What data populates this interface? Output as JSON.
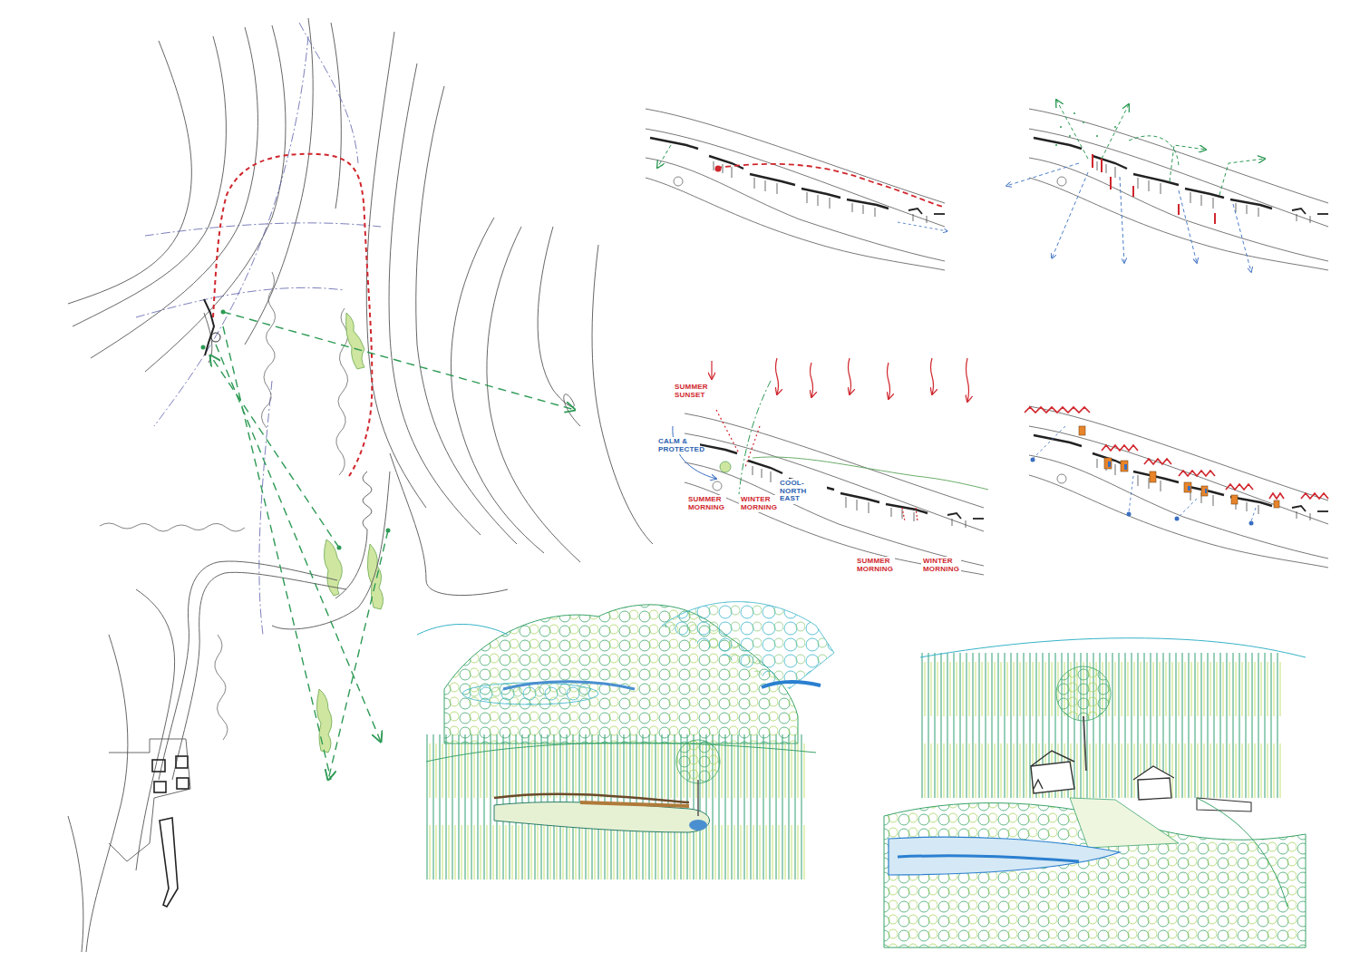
{
  "diagram": {
    "labels": [
      "SUMMER SUNSET",
      "CALM & PROTECTED",
      "SUMMER MORNING",
      "WINTER MORNING",
      "COOL-NORTH EAST",
      "SUMMER MORNING",
      "WINTER MORNING"
    ]
  }
}
